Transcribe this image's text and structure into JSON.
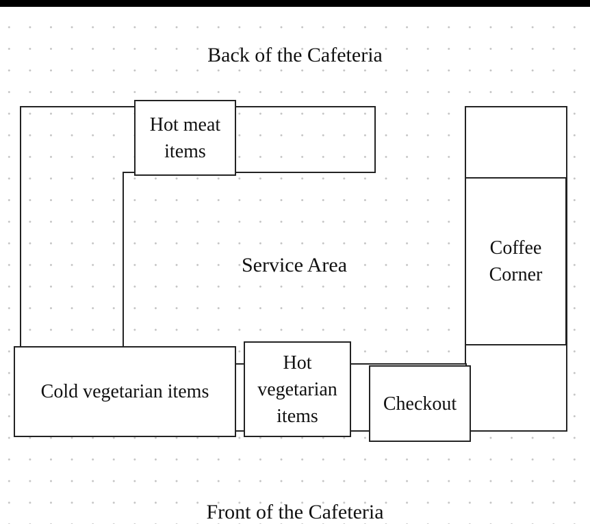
{
  "headings": {
    "back": "Back of the Cafeteria",
    "front": "Front of the Cafeteria"
  },
  "areas": {
    "service_area": "Service Area",
    "hot_meat_items": "Hot meat\nitems",
    "coffee_corner": "Coffee\nCorner",
    "cold_vegetarian_items": "Cold vegetarian items",
    "hot_vegetarian_items": "Hot\nvegetarian\nitems",
    "checkout": "Checkout"
  },
  "colors": {
    "line": "#222222",
    "background": "#ffffff",
    "dot_grid": "#c4c4c4"
  }
}
